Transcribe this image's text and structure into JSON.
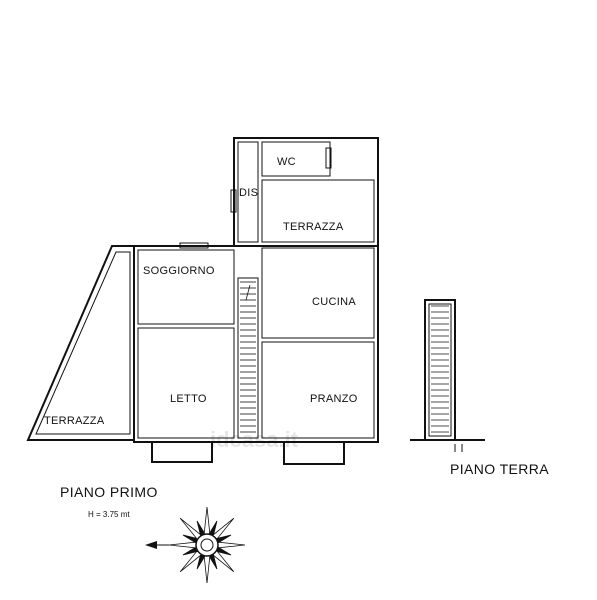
{
  "floors": {
    "first": {
      "title": "PIANO PRIMO",
      "height": "H  = 3.75 mt"
    },
    "ground": {
      "title": "PIANO TERRA"
    }
  },
  "rooms": {
    "wc": "WC",
    "dis": "DIS",
    "terrazza_top": "TERRAZZA",
    "soggiorno": "SOGGIORNO",
    "cucina": "CUCINA",
    "letto": "LETTO",
    "pranzo": "PRANZO",
    "terrazza_left": "TERRAZZA"
  },
  "watermark": "idcasa.it",
  "compass": {
    "icon": "compass-rose-icon"
  },
  "colors": {
    "line": "#111111",
    "background": "#ffffff"
  }
}
